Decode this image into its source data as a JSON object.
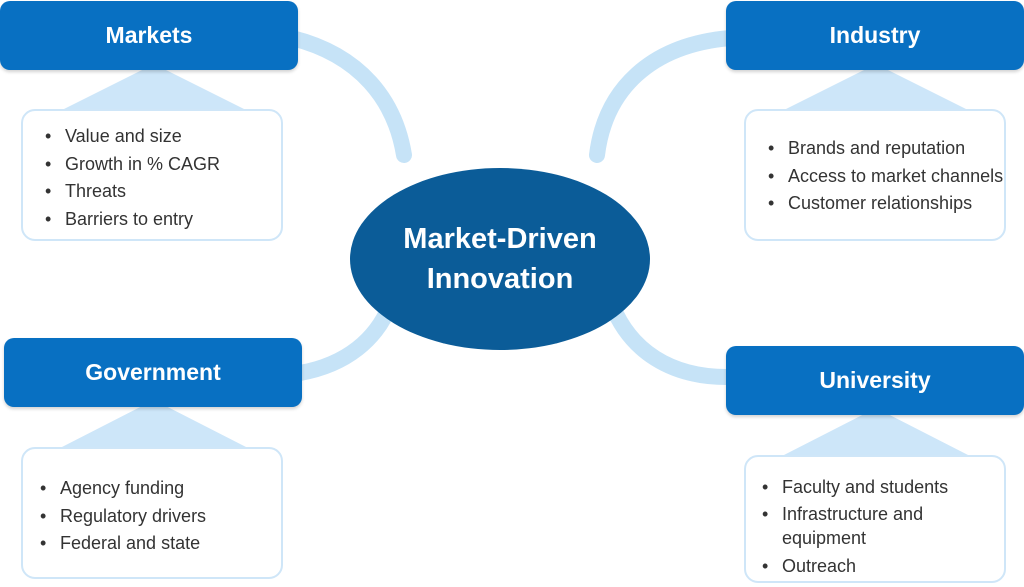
{
  "center": {
    "title": "Market-Driven Innovation"
  },
  "colors": {
    "header_blue": "#0870c2",
    "center_blue": "#0b5c98",
    "connector_light_blue": "#c6e3f7",
    "card_border": "#cfe6f8"
  },
  "nodes": {
    "markets": {
      "title": "Markets",
      "items": [
        "Value and size",
        "Growth in % CAGR",
        "Threats",
        "Barriers to entry"
      ]
    },
    "industry": {
      "title": "Industry",
      "items": [
        "Brands and reputation",
        "Access to market channels",
        "Customer relationships"
      ]
    },
    "government": {
      "title": "Government",
      "items": [
        "Agency funding",
        "Regulatory drivers",
        "Federal and state"
      ]
    },
    "university": {
      "title": "University",
      "items": [
        "Faculty and students",
        "Infrastructure and equipment",
        "Outreach"
      ]
    }
  }
}
